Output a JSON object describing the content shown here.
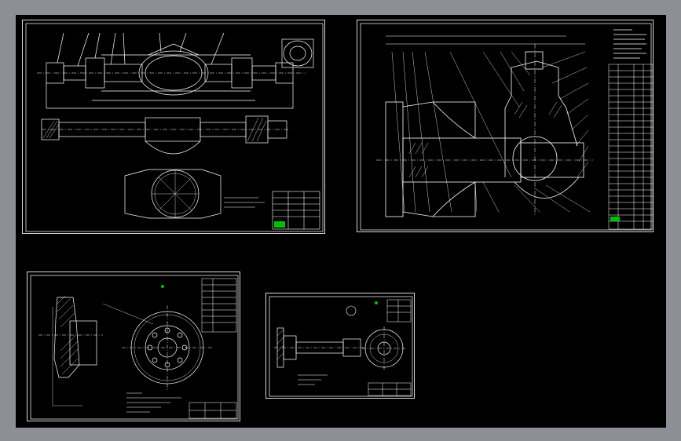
{
  "colors": {
    "background": "#000000",
    "frame": "#ffffff",
    "line": "#ffffff",
    "accent_green": "#00ff00",
    "accent_yellow": "#ffff00",
    "surround": "#8c9096"
  },
  "drawings": [
    {
      "id": "axle-housing-assembly"
    },
    {
      "id": "final-drive-section"
    },
    {
      "id": "brake-drum"
    },
    {
      "id": "half-shaft"
    }
  ]
}
